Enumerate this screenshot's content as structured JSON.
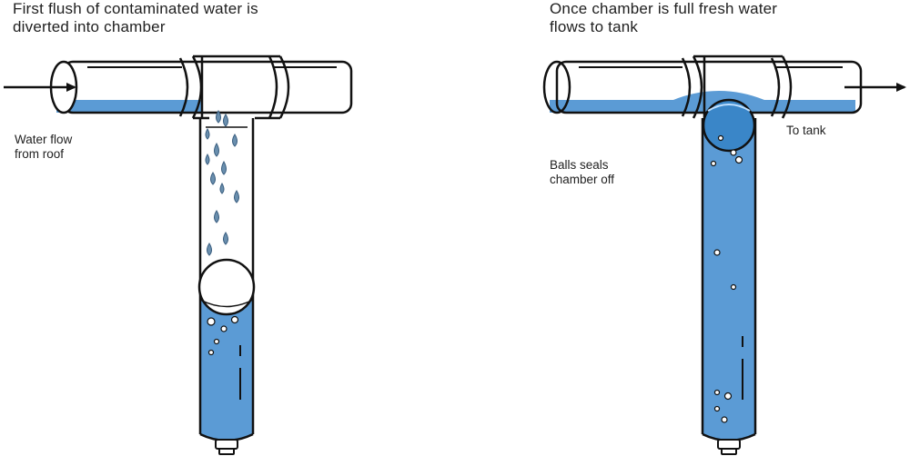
{
  "left_panel": {
    "caption_lines": [
      "First flush of contaminated water is",
      "diverted into chamber"
    ],
    "inlet_label_lines": [
      "Water flow",
      "from roof"
    ]
  },
  "right_panel": {
    "caption_lines": [
      "Once chamber is full fresh water",
      "flows to tank"
    ],
    "outlet_label": "To tank",
    "ball_label_lines": [
      "Balls seals",
      "chamber off"
    ]
  },
  "colors": {
    "water": "#5b9bd5",
    "ball_sealed": "#3a86c8",
    "outline": "#111111",
    "background": "#ffffff"
  }
}
